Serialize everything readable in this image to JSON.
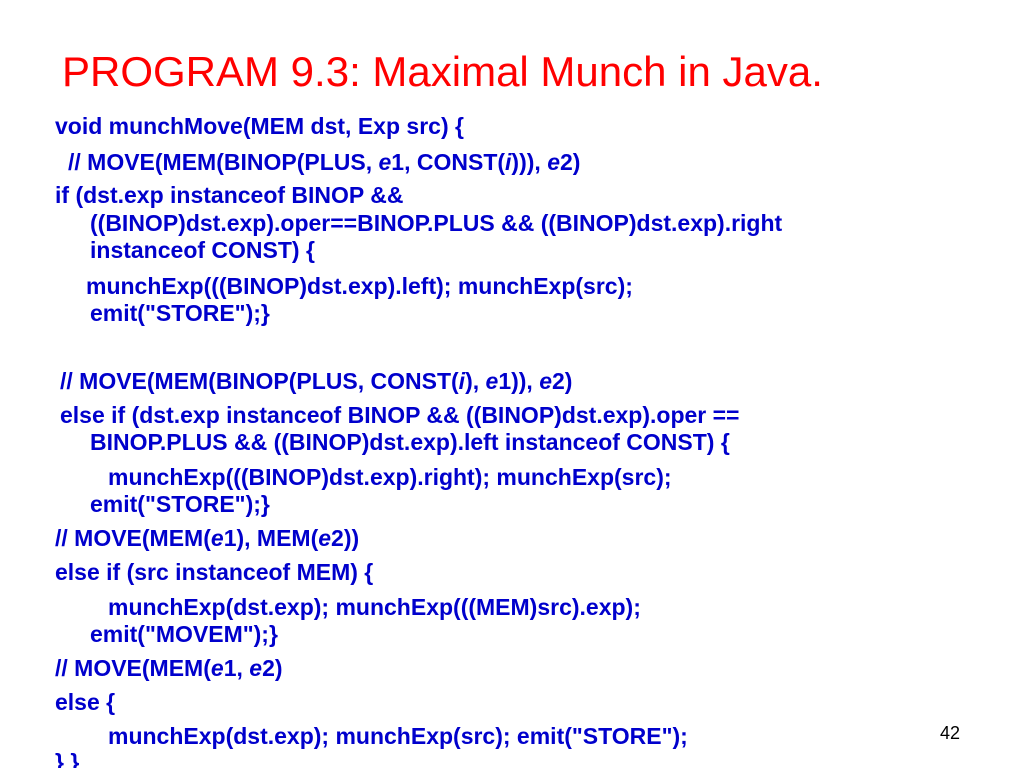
{
  "slide": {
    "title": "PROGRAM 9.3: Maximal Munch in Java.",
    "page_number": "42",
    "colors": {
      "title": "#ff0000",
      "code": "#0000cc",
      "page_number": "#000000",
      "background": "#ffffff"
    }
  },
  "code": {
    "line_01": "void munchMove(MEM dst, Exp src) {",
    "line_02": {
      "prefix": "// MOVE(MEM(BINOP(PLUS, ",
      "e1": "e",
      "t1": "1, CONST(",
      "i": "i",
      "t2": "))), ",
      "e2": "e",
      "t3": "2)"
    },
    "line_03": "if (dst.exp instanceof BINOP &&",
    "line_04": "((BINOP)dst.exp).oper==BINOP.PLUS && ((BINOP)dst.exp).right",
    "line_05": "instanceof CONST) {",
    "line_06": "munchExp(((BINOP)dst.exp).left); munchExp(src);",
    "line_07": "emit(\"STORE\");}",
    "line_08": {
      "prefix": "// MOVE(MEM(BINOP(PLUS, CONST(",
      "i": "i",
      "t1": "), ",
      "e1": "e",
      "t2": "1)), ",
      "e2": "e",
      "t3": "2)"
    },
    "line_09": "else if (dst.exp instanceof BINOP && ((BINOP)dst.exp).oper ==",
    "line_10": "BINOP.PLUS && ((BINOP)dst.exp).left instanceof CONST) {",
    "line_11": "munchExp(((BINOP)dst.exp).right); munchExp(src);",
    "line_12": "emit(\"STORE\");}",
    "line_13": {
      "prefix": "// MOVE(MEM(",
      "e1": "e",
      "t1": "1), MEM(",
      "e2": "e",
      "t2": "2))"
    },
    "line_14": "else if (src instanceof MEM) {",
    "line_15": "munchExp(dst.exp); munchExp(((MEM)src).exp);",
    "line_16": "emit(\"MOVEM\");}",
    "line_17": {
      "prefix": "// MOVE(MEM(",
      "e1": "e",
      "t1": "1, ",
      "e2": "e",
      "t2": "2)"
    },
    "line_18": "else {",
    "line_19": "munchExp(dst.exp); munchExp(src); emit(\"STORE\");",
    "line_20": "} }"
  }
}
